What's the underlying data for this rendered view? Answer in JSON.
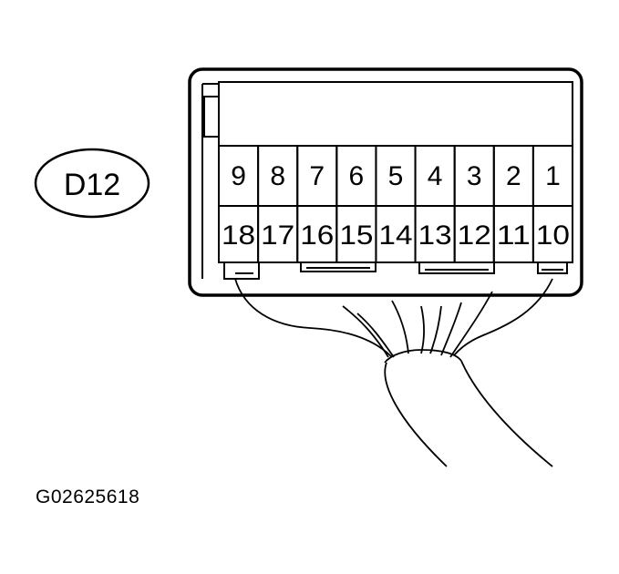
{
  "connector": {
    "label": "D12",
    "top_row_pins": [
      "9",
      "8",
      "7",
      "6",
      "5",
      "4",
      "3",
      "2",
      "1"
    ],
    "bottom_row_pins": [
      "18",
      "17",
      "16",
      "15",
      "14",
      "13",
      "12",
      "11",
      "10"
    ]
  },
  "figure_id": "G02625618",
  "colors": {
    "ink": "#000000",
    "background": "#ffffff"
  }
}
